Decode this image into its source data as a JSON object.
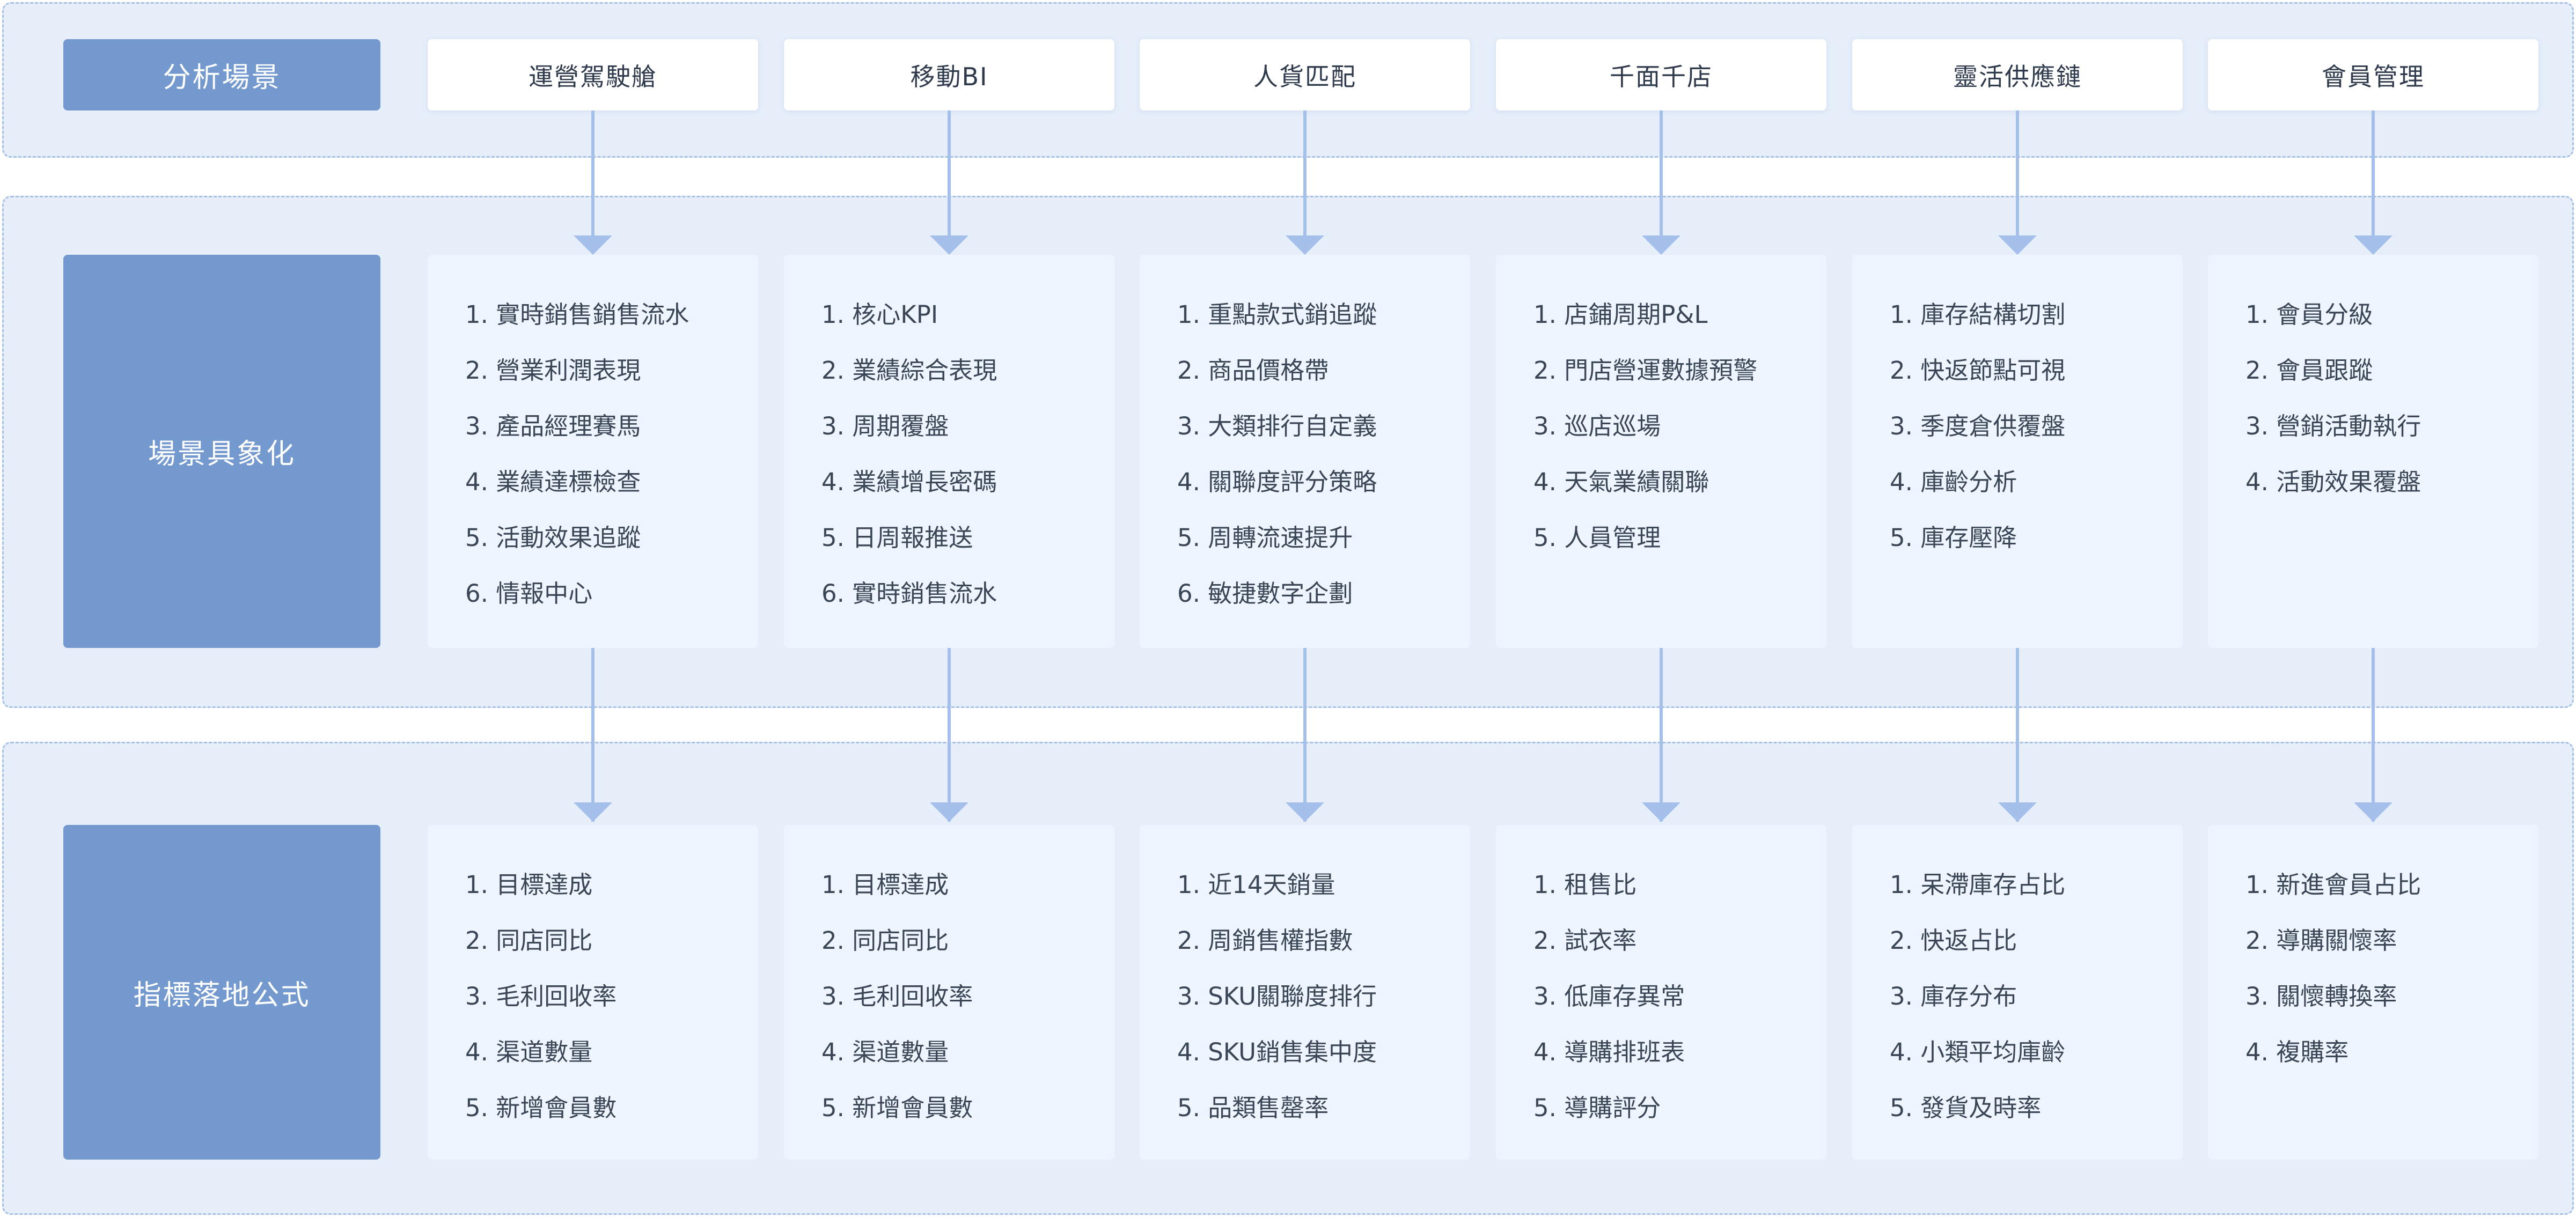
{
  "rows": {
    "top_label": "分析場景",
    "mid_label": "場景具象化",
    "bot_label": "指標落地公式"
  },
  "columns": [
    {
      "title": "運營駕駛艙",
      "scene_items": [
        "1. 實時銷售銷售流水",
        "2. 營業利潤表現",
        "3. 產品經理賽馬",
        "4. 業績達標檢查",
        "5. 活動效果追蹤",
        "6. 情報中心"
      ],
      "metric_items": [
        "1.  目標達成",
        "2.  同店同比",
        "3.  毛利回收率",
        "4.  渠道數量",
        "5.  新增會員數"
      ]
    },
    {
      "title": "移動BI",
      "scene_items": [
        "1.    核心KPI",
        "2.    業績綜合表現",
        "3.    周期覆盤",
        "4.    業績增長密碼",
        "5.    日周報推送",
        "6.    實時銷售流水"
      ],
      "metric_items": [
        "1.  目標達成",
        "2.  同店同比",
        "3.  毛利回收率",
        "4.  渠道數量",
        "5.  新增會員數"
      ]
    },
    {
      "title": "人貨匹配",
      "scene_items": [
        "1.  重點款式銷追蹤",
        "2.  商品價格帶",
        "3.  大類排行自定義",
        "4.  關聯度評分策略",
        "5.  周轉流速提升",
        "6.   敏捷數字企劃"
      ],
      "metric_items": [
        "1.  近14天銷量",
        "2.  周銷售權指數",
        "3.  SKU關聯度排行",
        "4.  SKU銷售集中度",
        "5.  品類售罄率"
      ]
    },
    {
      "title": "千面千店",
      "scene_items": [
        "1. 店鋪周期P&L",
        "2. 門店營運數據預警",
        "3. 巡店巡場",
        "4. 天氣業績關聯",
        "5. 人員管理"
      ],
      "metric_items": [
        "1.   租售比",
        "2.   試衣率",
        "3.   低庫存異常",
        "4.   導購排班表",
        "5.   導購評分"
      ]
    },
    {
      "title": "靈活供應鏈",
      "scene_items": [
        "1.  庫存結構切割",
        "2.  快返節點可視",
        "3.  季度倉供覆盤",
        "4.  庫齡分析",
        "5.  庫存壓降"
      ],
      "metric_items": [
        "1. 呆滯庫存占比",
        "2. 快返占比",
        "3. 庫存分布",
        "4. 小類平均庫齡",
        "5. 發貨及時率"
      ]
    },
    {
      "title": "會員管理",
      "scene_items": [
        "1. 會員分級",
        "2. 會員跟蹤",
        "3. 營銷活動執行",
        "4. 活動效果覆盤"
      ],
      "metric_items": [
        "1. 新進會員占比",
        "2. 導購關懷率",
        "3. 關懷轉換率",
        "4. 複購率"
      ]
    }
  ]
}
